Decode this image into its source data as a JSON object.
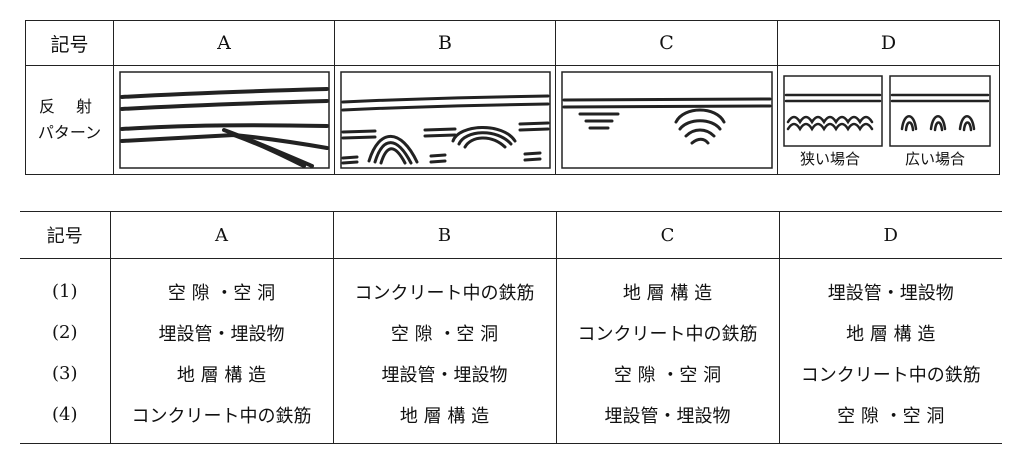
{
  "top_table": {
    "header_label": "記号",
    "symbols": [
      "A",
      "B",
      "C",
      "D"
    ],
    "row_label_line1": "反 射",
    "row_label_line2": "パターン",
    "d_caption_left": "狭い場合",
    "d_caption_right": "広い場合"
  },
  "bottom_table": {
    "header_label": "記号",
    "symbols": [
      "A",
      "B",
      "C",
      "D"
    ],
    "rows": [
      {
        "num": "(1)",
        "cells": [
          "空 隙 ・空 洞",
          "コンクリート中の鉄筋",
          "地 層 構 造",
          "埋設管・埋設物"
        ]
      },
      {
        "num": "(2)",
        "cells": [
          "埋設管・埋設物",
          "空 隙 ・空 洞",
          "コンクリート中の鉄筋",
          "地 層 構 造"
        ]
      },
      {
        "num": "(3)",
        "cells": [
          "地 層 構 造",
          "埋設管・埋設物",
          "空 隙 ・空 洞",
          "コンクリート中の鉄筋"
        ]
      },
      {
        "num": "(4)",
        "cells": [
          "コンクリート中の鉄筋",
          "地 層 構 造",
          "埋設管・埋設物",
          "空 隙 ・空 洞"
        ]
      }
    ]
  }
}
